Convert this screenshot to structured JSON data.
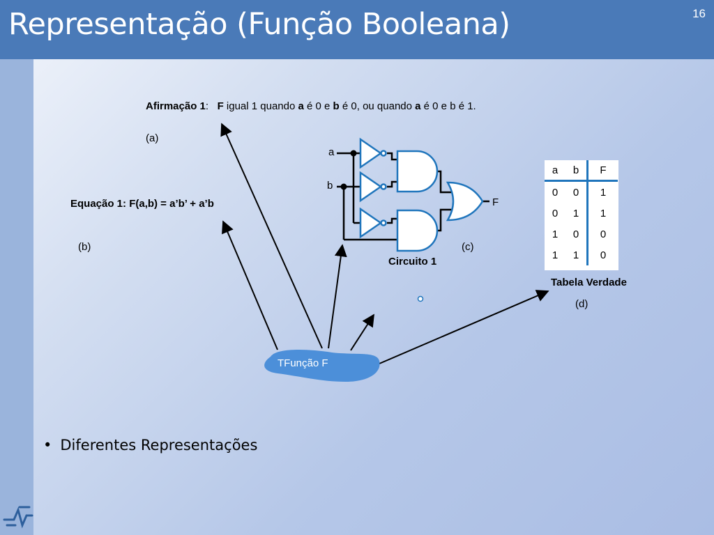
{
  "header": {
    "title": "Representação (Função Booleana)",
    "slide_number": "16"
  },
  "statement": {
    "label": "Afirmação 1",
    "colon": ":",
    "var_f": "F",
    "text_1": " igual 1 quando ",
    "var_a1": "a",
    "text_2": " é 0 e ",
    "var_b1": "b",
    "text_3": " é 0, ou quando ",
    "var_a2": "a",
    "text_4": " é 0 e b é 1.",
    "tag": "(a)"
  },
  "equation": {
    "text": "Equação 1: F(a,b) = a’b’ + a’b",
    "tag": "(b)"
  },
  "circuit": {
    "input_a": "a",
    "input_b": "b",
    "output": "F",
    "title": "Circuito 1",
    "tag": "(c)"
  },
  "truth_table": {
    "headers": [
      "a",
      "b",
      "F"
    ],
    "rows": [
      [
        "0",
        "0",
        "1"
      ],
      [
        "0",
        "1",
        "1"
      ],
      [
        "1",
        "0",
        "0"
      ],
      [
        "1",
        "1",
        "0"
      ]
    ],
    "title": "Tabela Verdade",
    "tag": "(d)"
  },
  "function_blob": {
    "label": "TFunção F"
  },
  "bullet": {
    "text": "Diferentes Representações"
  },
  "colors": {
    "header_bg": "#4a7ab8",
    "sidebar": "#9ab4dc",
    "circuit_blue": "#1f75bc",
    "blob": "#4c8fd9"
  }
}
